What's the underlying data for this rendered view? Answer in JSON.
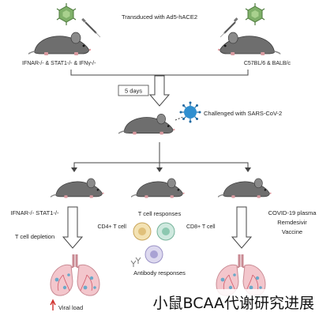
{
  "header": {
    "transduction": "Transduced with Ad5-hACE2",
    "left_strain": "IFNAR-/- & STAT1-/- & IFNγ-/-",
    "right_strain": "C57BL/6 & BALB/c"
  },
  "timeline": {
    "interval": "5 days",
    "challenge": "Challenged with SARS-CoV-2"
  },
  "outcomes": {
    "left_title": "IFNAR-/- STAT1-/-",
    "left_sub": "T cell depletion",
    "middle_title": "T cell responses",
    "middle_cd8": "CD8+ T cell",
    "middle_cd4": "CD4+ T cell",
    "middle_antibody": "Antibody responses",
    "right_title": "COVID-19 plasma",
    "right_remdesivir": "Remdesivir",
    "right_vaccine": "Vaccine",
    "viral_load": "Viral load"
  },
  "caption": "小鼠BCAA代谢研究进展",
  "colors": {
    "mouse_body": "#6b6b6b",
    "virus_green": "#7fb069",
    "virus_blue": "#2f8fd0",
    "lung_pink": "#f3c6cc",
    "arrow_grey": "#444444",
    "viral_load_red": "#d0312d"
  }
}
